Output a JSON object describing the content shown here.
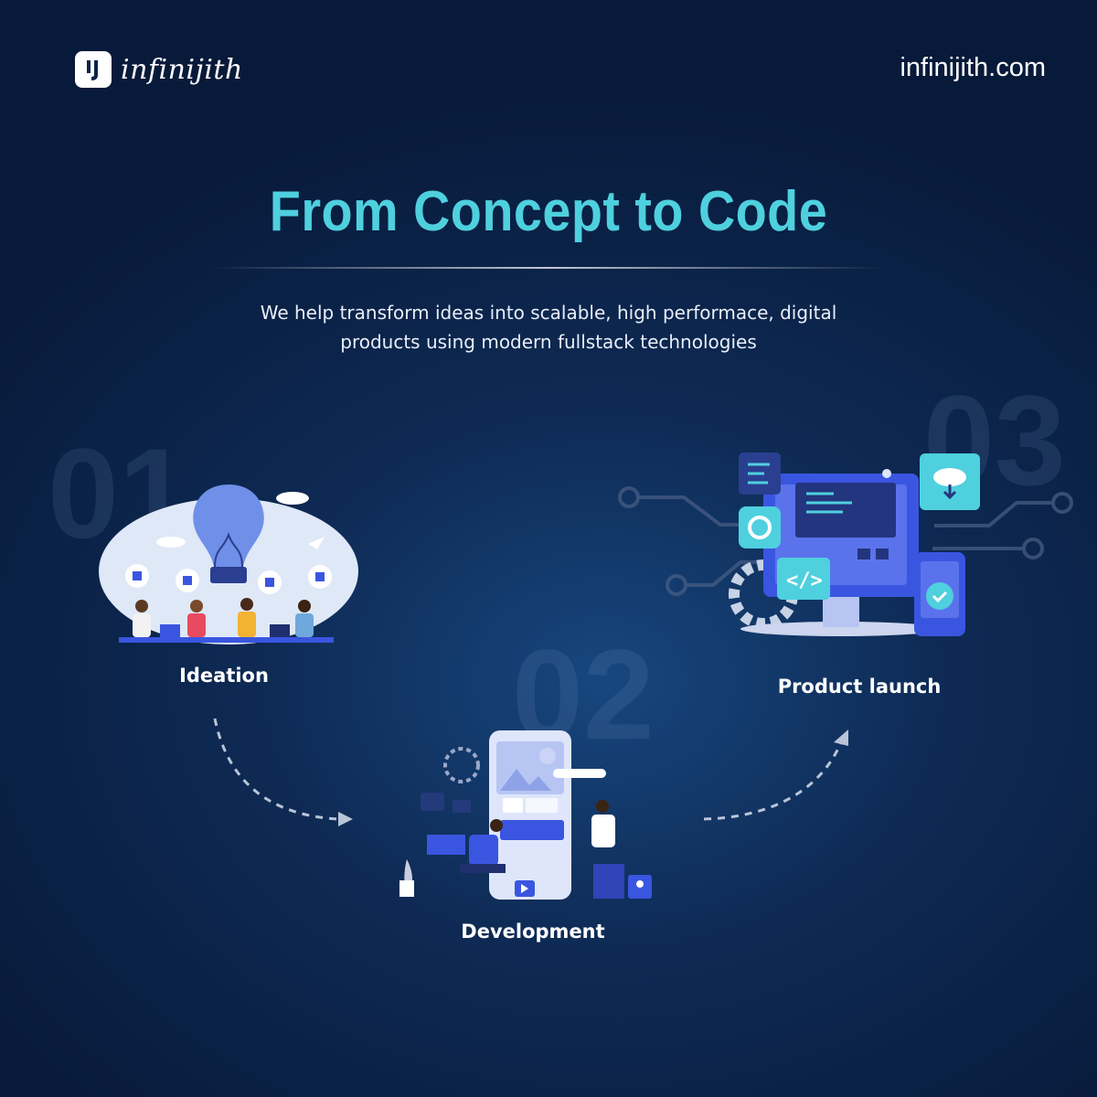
{
  "brand": {
    "logo_mark": "IJ",
    "name": "infinijith",
    "website": "infinijith.com"
  },
  "header": {
    "title": "From Concept to Code",
    "subtitle_line1": "We help transform ideas into scalable, high performace, digital",
    "subtitle_line2": "products using modern fullstack technologies"
  },
  "steps": [
    {
      "number": "01",
      "label": "Ideation",
      "icon": "lightbulb-team-illustration"
    },
    {
      "number": "02",
      "label": "Development",
      "icon": "mobile-app-development-illustration"
    },
    {
      "number": "03",
      "label": "Product launch",
      "icon": "computer-launch-illustration"
    }
  ],
  "colors": {
    "accent": "#4fd0de",
    "background": "#0c2449",
    "illustration_blue": "#3a56e0"
  }
}
